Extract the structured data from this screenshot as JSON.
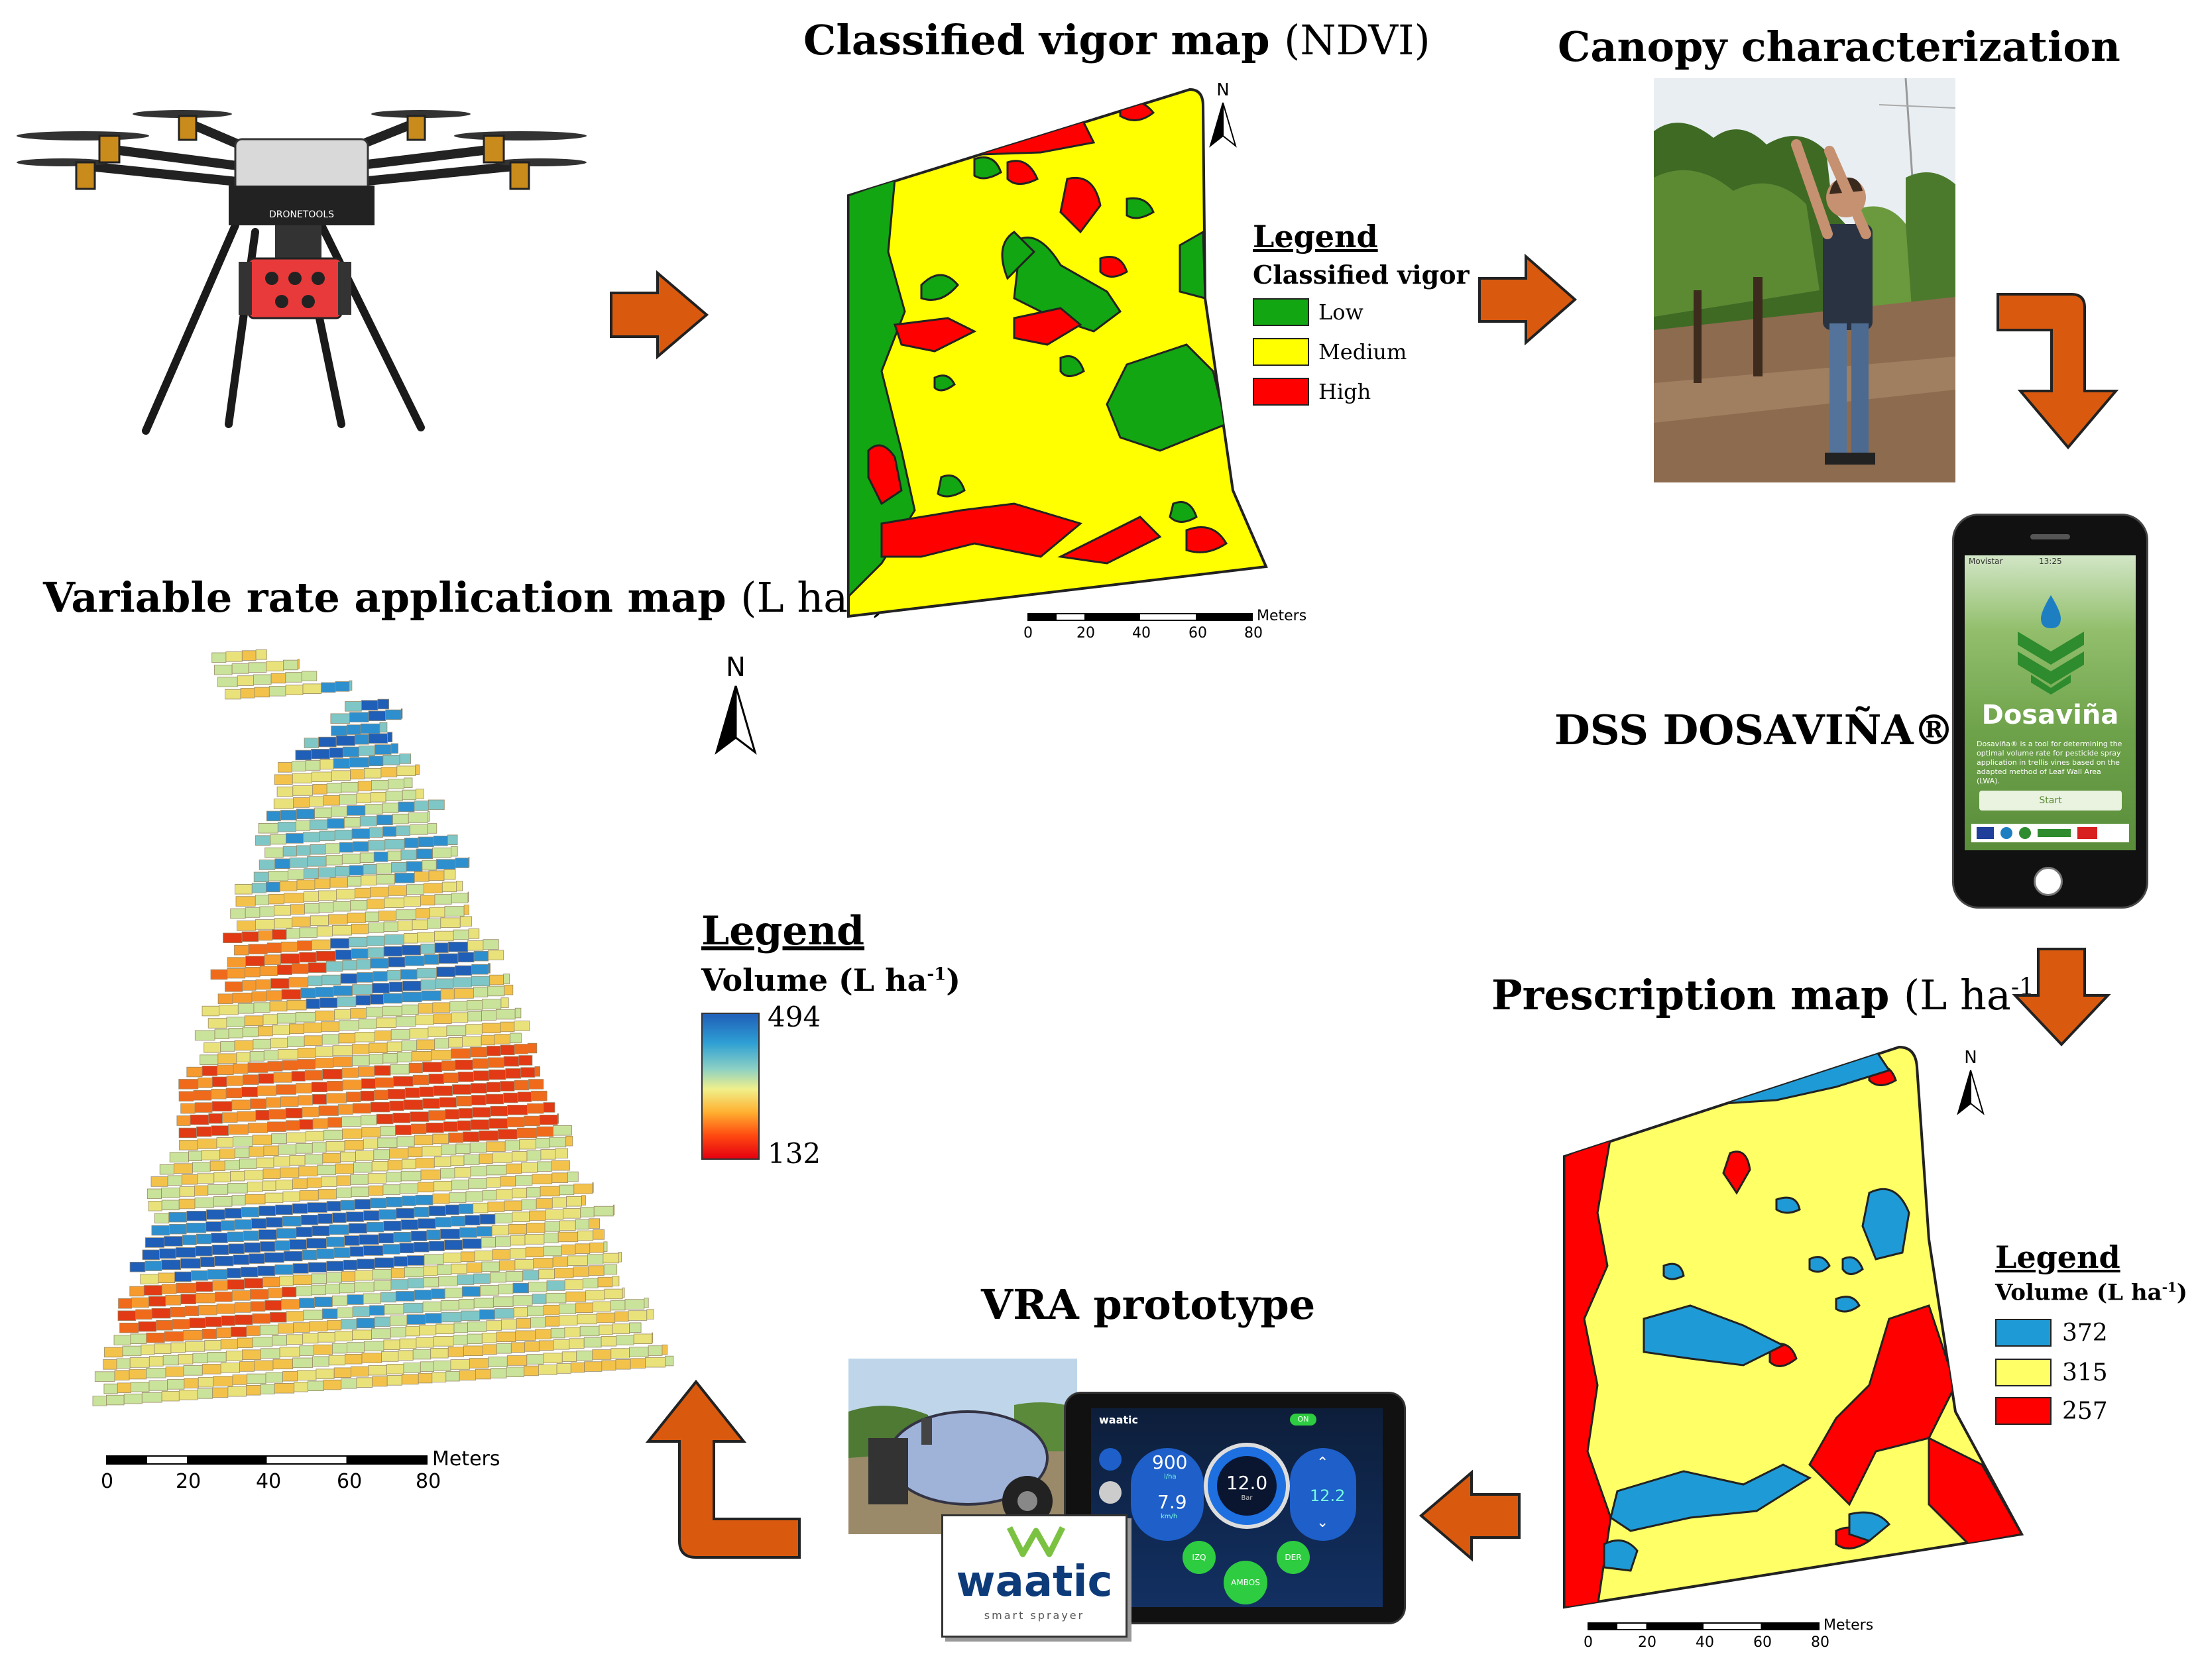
{
  "titles": {
    "vigor": {
      "main": "Classified vigor map",
      "unit": "(NDVI)"
    },
    "canopy": {
      "main": "Canopy characterization"
    },
    "dss": {
      "main": "DSS DOSAVIÑA®"
    },
    "prescription": {
      "main": "Prescription map",
      "unit": "(L ha",
      "unit_sup": "-1",
      "unit_end": ")"
    },
    "vra": {
      "main": "VRA prototype"
    },
    "variable": {
      "main": "Variable rate application map",
      "unit": "(L ha",
      "unit_sup": "-1",
      "unit_end": ")"
    }
  },
  "vigor_legend": {
    "title": "Legend",
    "subtitle": "Classified vigor",
    "items": [
      {
        "label": "Low",
        "color": "#12a612"
      },
      {
        "label": "Medium",
        "color": "#ffff00"
      },
      {
        "label": "High",
        "color": "#ff0000"
      }
    ]
  },
  "prescription_legend": {
    "title": "Legend",
    "subtitle": "Volume (L ha",
    "subtitle_sup": "-1",
    "subtitle_end": ")",
    "items": [
      {
        "label": "372",
        "color": "#1e9bd7"
      },
      {
        "label": "315",
        "color": "#ffff66"
      },
      {
        "label": "257",
        "color": "#ff0000"
      }
    ]
  },
  "variable_legend": {
    "title": "Legend",
    "subtitle": "Volume (L ha",
    "subtitle_sup": "-1",
    "subtitle_end": ")",
    "max": "494",
    "min": "132"
  },
  "north_label": "N",
  "scalebars": {
    "unit": "Meters",
    "ticks": [
      "0",
      "20",
      "40",
      "60",
      "80"
    ]
  },
  "phone": {
    "app_name": "Dosaviña",
    "description": "Dosaviña® is a tool for determining the optimal volume rate for pesticide spray application in trellis vines based on the adapted method of Leaf Wall Area (LWA).",
    "start_button": "Start",
    "status_left": "Movistar",
    "status_time": "13:25"
  },
  "tablet": {
    "brand": "waatic",
    "rate_value": "900",
    "rate_unit": "l/ha",
    "speed_value": "7.9",
    "speed_unit": "km/h",
    "pressure_value": "12.0",
    "pressure_unit": "Bar",
    "target_value": "12.2",
    "btn_left": "IZQ",
    "btn_center": "AMBOS",
    "btn_right": "DER",
    "toggle": "ON"
  },
  "waatic_logo": {
    "name": "waatic",
    "tagline": "smart sprayer"
  },
  "drone": {
    "brand": "DRONETOOLS"
  },
  "colors": {
    "arrow": "#d95a0f",
    "arrow_stroke": "#222222",
    "low": "#12a612",
    "medium": "#ffff00",
    "high": "#ff0000",
    "blue": "#1e9bd7"
  }
}
